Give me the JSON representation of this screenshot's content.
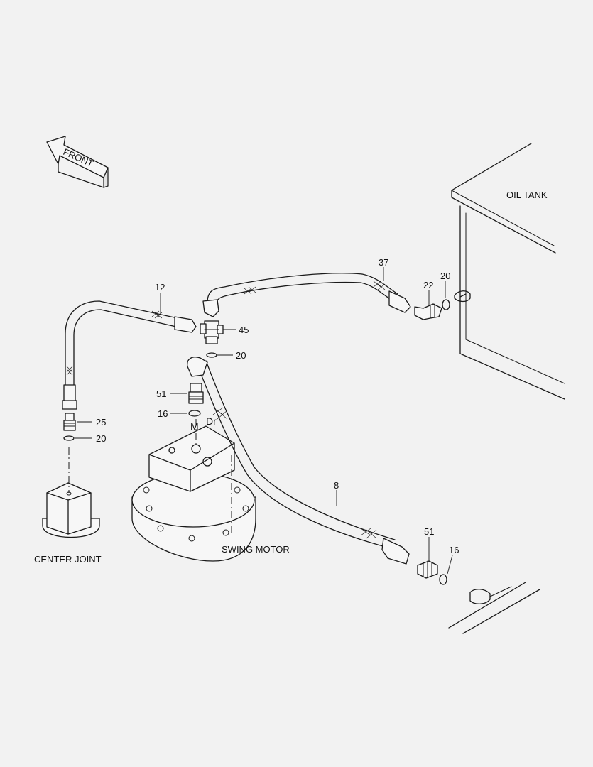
{
  "front_arrow": {
    "label": "FRONT"
  },
  "components": {
    "oil_tank": "OIL TANK",
    "center_joint": "CENTER JOINT",
    "swing_motor": "SWING MOTOR"
  },
  "ports": {
    "m": "M",
    "dr": "Dr"
  },
  "callouts": {
    "c12": "12",
    "c37": "37",
    "c22": "22",
    "c20_tank": "20",
    "c45": "45",
    "c20_tee": "20",
    "c51_motor": "51",
    "c16_motor": "16",
    "c25": "25",
    "c20_joint": "20",
    "c8": "8",
    "c51_tank": "51",
    "c16_tank": "16"
  }
}
